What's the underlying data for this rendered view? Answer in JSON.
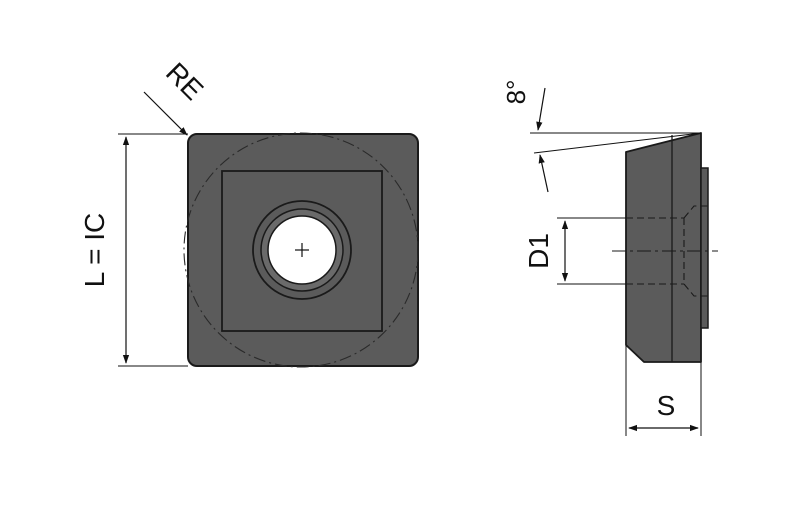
{
  "diagram": {
    "labels": {
      "corner_radius": "RE",
      "length": "L = IC",
      "angle": "8°",
      "hole_diameter": "D1",
      "thickness": "S"
    },
    "colors": {
      "insert_fill": "#5b5b5b",
      "insert_outline": "#1a1a1a",
      "hole_fill": "#ffffff",
      "line": "#111111"
    }
  }
}
